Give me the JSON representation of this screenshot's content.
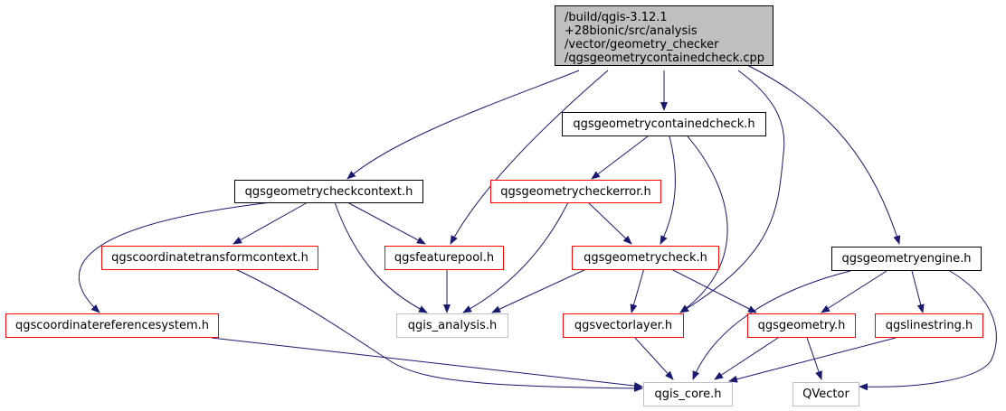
{
  "graph": {
    "root": {
      "label_lines": [
        "/build/qgis-3.12.1",
        "+28bionic/src/analysis",
        "/vector/geometry_checker",
        "/qgsgeometrycontainedcheck.cpp"
      ]
    },
    "nodes": {
      "containedcheck_h": "qgsgeometrycontainedcheck.h",
      "checkcontext_h": "qgsgeometrycheckcontext.h",
      "checkerror_h": "qgsgeometrycheckerror.h",
      "coordtransformcontext_h": "qgscoordinatetransformcontext.h",
      "featurepool_h": "qgsfeaturepool.h",
      "geometrycheck_h": "qgsgeometrycheck.h",
      "geometryengine_h": "qgsgeometryengine.h",
      "crs_h": "qgscoordinatereferencesystem.h",
      "qgis_analysis_h": "qgis_analysis.h",
      "vectorlayer_h": "qgsvectorlayer.h",
      "geometry_h": "qgsgeometry.h",
      "linestring_h": "qgslinestring.h",
      "qgis_core_h": "qgis_core.h",
      "qvector": "QVector"
    },
    "colors": {
      "edge": "#191970",
      "root_fill": "#bfbfbf",
      "documented_border": "#000000",
      "undocumented_border": "#ff0000",
      "external_border": "#bfbfbf"
    }
  }
}
